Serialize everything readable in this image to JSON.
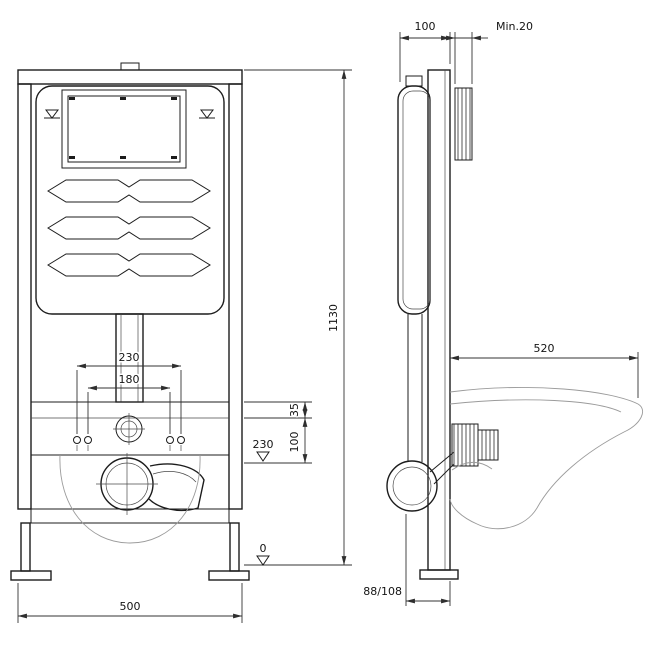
{
  "drawing": {
    "front_view": {
      "width_label": "500",
      "height_label": "1130",
      "fixing_span_outer": "230",
      "fixing_span_inner": "180",
      "offset_small": "35",
      "offset_large": "100",
      "outlet_level": "230",
      "floor_level": "0"
    },
    "side_view": {
      "frame_depth": "100",
      "min_clearance": "Min.20",
      "bowl_projection": "520",
      "outlet_offset": "88/108"
    }
  }
}
